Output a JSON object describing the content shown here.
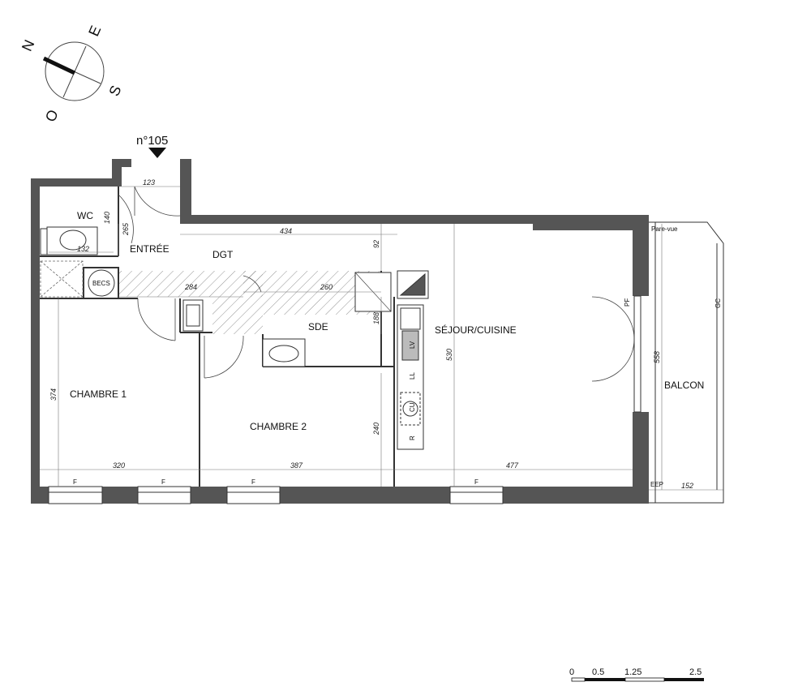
{
  "apartment": {
    "number": "n°105"
  },
  "compass": {
    "north": "N",
    "east": "E",
    "south": "S",
    "west": "O"
  },
  "rooms": {
    "wc": "WC",
    "entree": "ENTRÉE",
    "dgt": "DGT",
    "becs": "BECS",
    "sde": "SDE",
    "sejour": "SÉJOUR/CUISINE",
    "chambre1": "CHAMBRE 1",
    "chambre2": "CHAMBRE 2",
    "balcon": "BALCON"
  },
  "fixtures": {
    "lv": "LV",
    "ll": "LL",
    "cu": "CU",
    "r": "R",
    "pf": "PF",
    "gc": "GC",
    "pare_vue": "Pare-vue",
    "eep": "EEP",
    "window": "F"
  },
  "dimensions": {
    "d123": "123",
    "d434": "434",
    "d92": "92",
    "d265": "265",
    "d140": "140",
    "d132": "132",
    "d284": "284",
    "d260": "260",
    "d188": "188",
    "d530": "530",
    "d558": "558",
    "d374": "374",
    "d240": "240",
    "d320": "320",
    "d387": "387",
    "d477": "477",
    "d152": "152"
  },
  "scale": {
    "t0": "0",
    "t1": "0.5",
    "t2": "1.25",
    "t3": "2.5"
  }
}
